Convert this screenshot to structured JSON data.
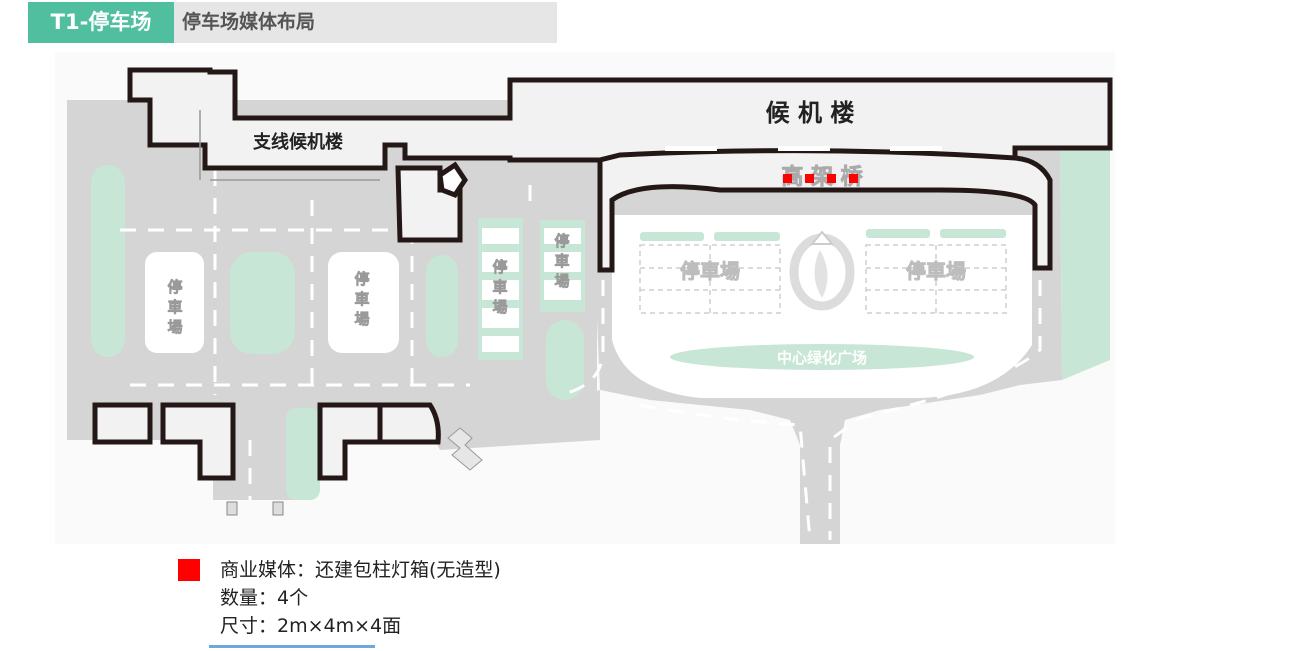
{
  "header": {
    "tag": "T1-停车场",
    "title": "停车场媒体布局"
  },
  "map": {
    "terminal": "候 机 楼",
    "branch_terminal": "支线候机楼",
    "elevated_road": "高 架 桥",
    "parking": "停車場",
    "parking_left_a": "停車場",
    "parking_left_b": "停車場",
    "parking_strip_a": "停車場",
    "parking_strip_b": "停車場",
    "parking_center_left": "停車場",
    "parking_center_right": "停車場",
    "green_plaza": "中心绿化广场"
  },
  "media": {
    "count": 4,
    "color": "#ff0000"
  },
  "legend": {
    "line1": "商业媒体：还建包柱灯箱(无造型)",
    "line2": "数量：4个",
    "line3": "尺寸：2m×4m×4面"
  },
  "colors": {
    "accent": "#4fbf9f",
    "road": "#d5d5d5",
    "green": "#c8e6d6",
    "outline": "#231815"
  }
}
